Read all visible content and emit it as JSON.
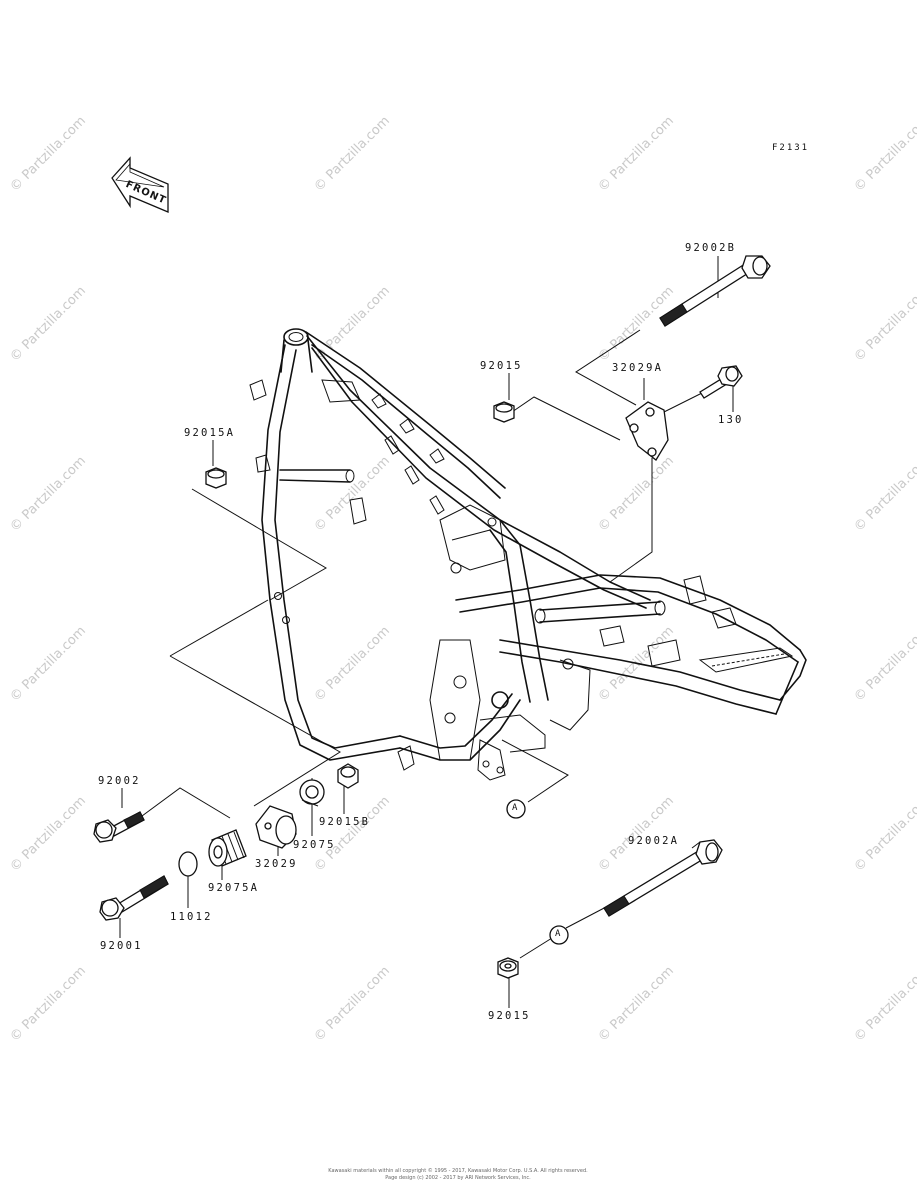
{
  "watermark": "© Partzilla.com",
  "figure_id": "F2131",
  "front_label": "FRONT",
  "callout_A": "A",
  "labels": {
    "p92002B": "92002B",
    "p92015_top": "92015",
    "p32029A": "32029A",
    "p130": "130",
    "p92015A": "92015A",
    "p92002": "92002",
    "p92015B": "92015B",
    "p92075": "92075",
    "p32029": "32029",
    "p92075A": "92075A",
    "p11012": "11012",
    "p92001": "92001",
    "p92002A": "92002A",
    "p92015_bottom": "92015"
  },
  "copyright": {
    "line1": "Kawasaki materials within all copyright © 1995 - 2017, Kawasaki Motor Corp. U.S.A. All rights reserved.",
    "line2": "Page design (c) 2002 - 2017 by ARI Network Services, Inc."
  }
}
